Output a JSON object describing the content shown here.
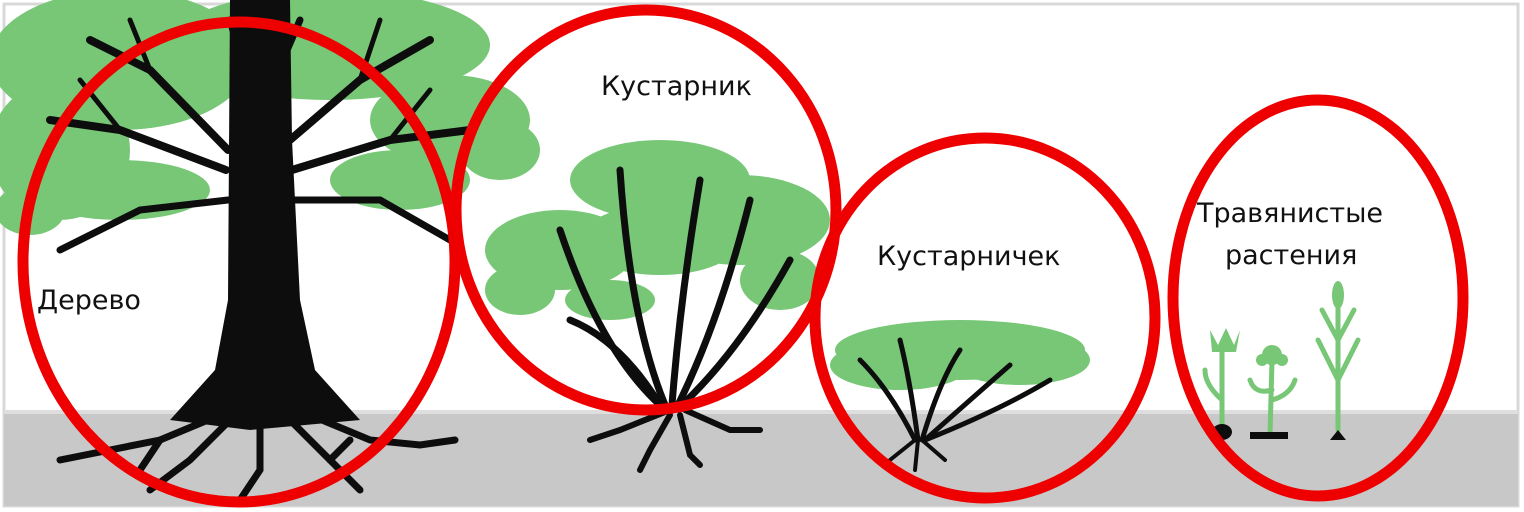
{
  "diagram": {
    "labels": {
      "tree": "Дерево",
      "shrub": "Кустарник",
      "subshrub": "Кустарничек",
      "herbaceous_line1": "Травянистые",
      "herbaceous_line2": "растения"
    },
    "colors": {
      "foliage": "#77c777",
      "trunk": "#0d0d0d",
      "ground": "#c8c8c8",
      "circle": "#ee0000",
      "border": "#d8d8d8"
    }
  }
}
